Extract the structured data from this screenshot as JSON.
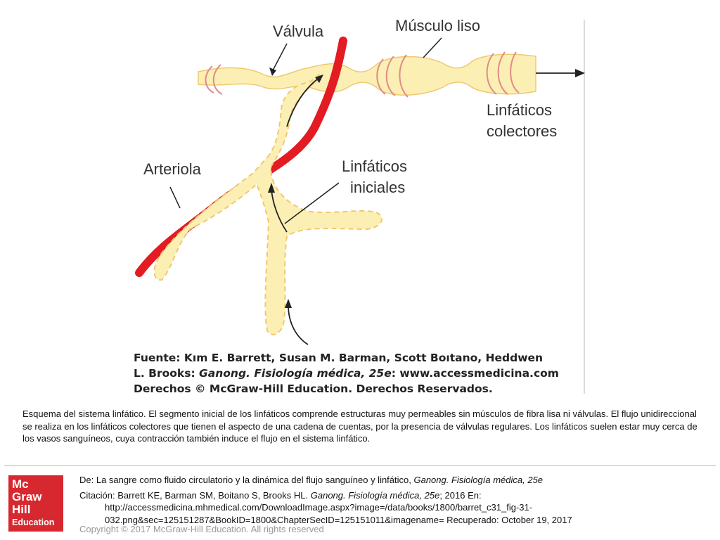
{
  "diagram": {
    "labels": {
      "valvula": "Válvula",
      "musculo_liso": "Músculo liso",
      "linfaticos_colectores_1": "Linfáticos",
      "linfaticos_colectores_2": "colectores",
      "arteriola": "Arteriola",
      "linfaticos_iniciales_1": "Linfáticos",
      "linfaticos_iniciales_2": "iniciales"
    },
    "colors": {
      "lymph_fill": "#fcefb4",
      "lymph_stroke": "#f0c870",
      "arteriole": "#e31b23",
      "muscle": "#e08a8a",
      "arrows": "#222222"
    },
    "source": {
      "line1": "Fuente: Kım E. Barrett, Susan M. Barman, Scott Boıtano, Heddwen",
      "line2_a": "L. Brooks: ",
      "line2_title": "Ganong. Fisiología médica, 25e",
      "line2_b": ": www.accessmedicina.com",
      "line3": "Derechos © McGraw-Hill Education. Derechos Reservados."
    }
  },
  "caption": " Esquema del sistema linfático. El segmento inicial de los linfáticos comprende estructuras muy permeables sin músculos de fibra lisa ni válvulas. El flujo unidireccional se realiza en los linfáticos colectores que tienen el aspecto de una cadena de cuentas, por la presencia de válvulas regulares. Los linfáticos suelen estar muy cerca de los vasos sanguíneos, cuya contracción también induce el flujo en el sistema linfático.",
  "logo": {
    "line1": "Mc",
    "line2": "Graw",
    "line3": "Hill",
    "line4": "Education",
    "color": "#d7282f"
  },
  "footer": {
    "de_prefix": "De: La sangre como fluido circulatorio y la dinámica del flujo sanguíneo y linfático, ",
    "de_book": "Ganong. Fisiología médica, 25e",
    "citation_prefix": "Citación: Barrett KE, Barman SM, Boitano S, Brooks HL. ",
    "citation_book": "Ganong. Fisiología médica, 25e",
    "citation_suffix": "; 2016 En:",
    "url_line1": "http://accessmedicina.mhmedical.com/DownloadImage.aspx?image=/data/books/1800/barret_c31_fig-31-",
    "url_line2": "032.png&sec=125151287&BookID=1800&ChapterSecID=125151011&imagename= Recuperado: October 19, 2017",
    "copyright": "Copyright © 2017 McGraw-Hill Education. All rights reserved"
  }
}
